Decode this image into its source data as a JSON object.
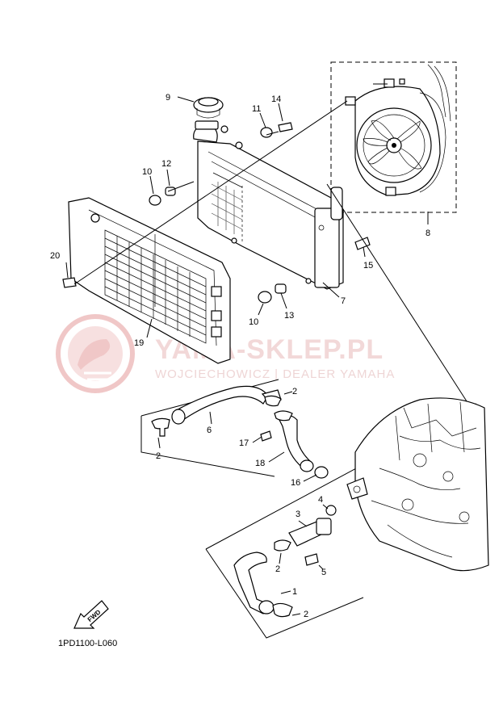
{
  "watermark": {
    "brand": "YAMA-SKLEP.PL",
    "subtitle": "WOJCIECHOWICZ | DEALER YAMAHA"
  },
  "diagram_code": "1PD1100-L060",
  "fwd_label": "FWD",
  "callouts": [
    "9",
    "11",
    "14",
    "10",
    "12",
    "8",
    "20",
    "15",
    "7",
    "13",
    "10",
    "19",
    "2",
    "6",
    "2",
    "17",
    "18",
    "16",
    "4",
    "3",
    "2",
    "5",
    "1",
    "2"
  ]
}
